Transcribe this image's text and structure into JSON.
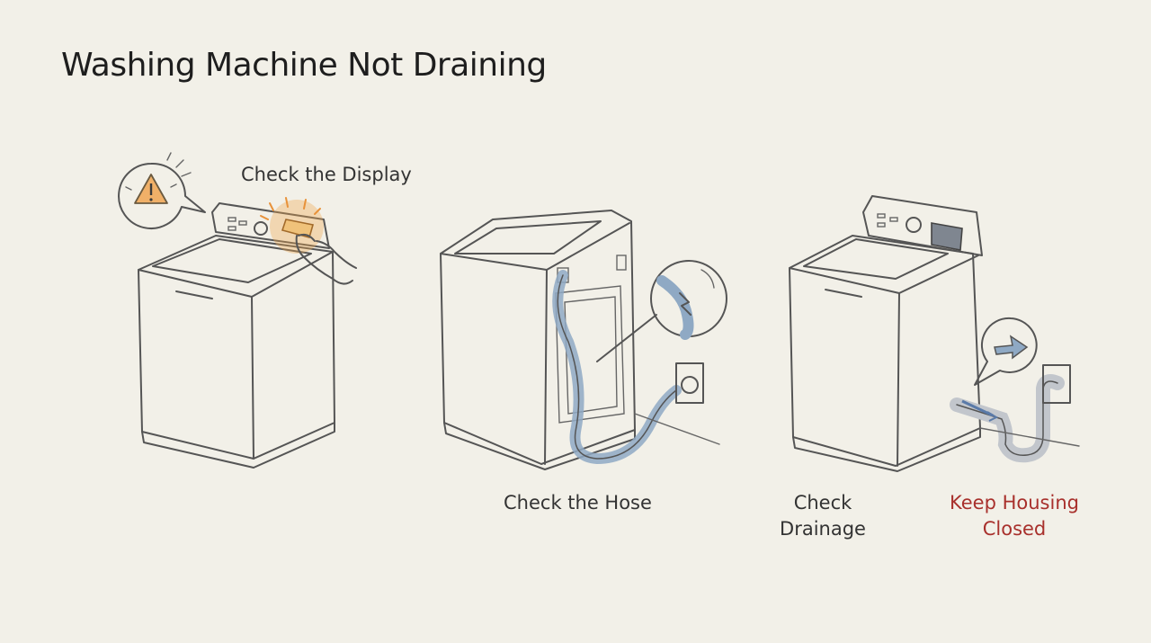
{
  "title": "Washing Machine Not Draining",
  "steps": [
    {
      "label": "Check the Display",
      "icon": "warning-icon"
    },
    {
      "label": "Check the Hose",
      "icon": "hose-icon"
    },
    {
      "label": "Check\nDrainage",
      "icon": "drain-pipe-icon"
    },
    {
      "label": "Keep Housing\nClosed",
      "icon": "housing-closed-icon"
    }
  ],
  "colors": {
    "background": "#f2f0e8",
    "highlight": "#f0a64a",
    "warning_fill": "#f0b068",
    "hose": "#8fa9c4",
    "alert_text": "#a8302c"
  }
}
